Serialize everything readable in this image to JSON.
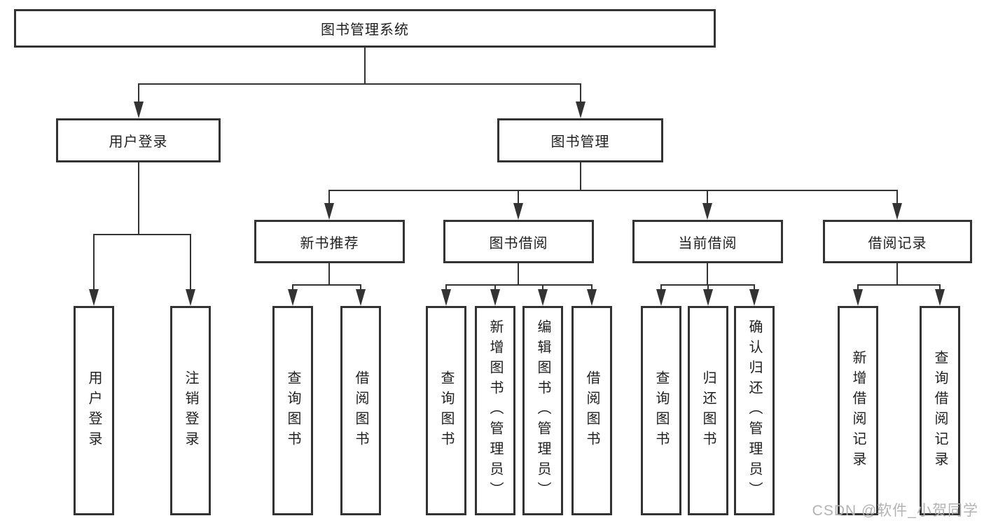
{
  "diagram": {
    "title_node": {
      "label": "图书管理系统"
    },
    "level2": [
      {
        "label": "用户登录"
      },
      {
        "label": "图书管理"
      }
    ],
    "level3": [
      {
        "label": "新书推荐"
      },
      {
        "label": "图书借阅"
      },
      {
        "label": "当前借阅"
      },
      {
        "label": "借阅记录"
      }
    ],
    "leaves": {
      "user_login": [
        {
          "label": "用户登录"
        },
        {
          "label": "注销登录"
        }
      ],
      "new_book": [
        {
          "label": "查询图书"
        },
        {
          "label": "借阅图书"
        }
      ],
      "book_borrow": [
        {
          "label": "查询图书"
        },
        {
          "label": "新增图书（管理员）"
        },
        {
          "label": "编辑图书（管理员）"
        },
        {
          "label": "借阅图书"
        }
      ],
      "current_borrow": [
        {
          "label": "查询图书"
        },
        {
          "label": "归还图书"
        },
        {
          "label": "确认归还（管理员）"
        }
      ],
      "borrow_record": [
        {
          "label": "新增借阅记录"
        },
        {
          "label": "查询借阅记录"
        }
      ]
    },
    "colors": {
      "line": "#333333",
      "text": "#1f1f1f",
      "watermark": "#b3b3b3",
      "background": "#ffffff"
    }
  },
  "watermark": {
    "text": "CSDN @软件_小贺同学"
  }
}
